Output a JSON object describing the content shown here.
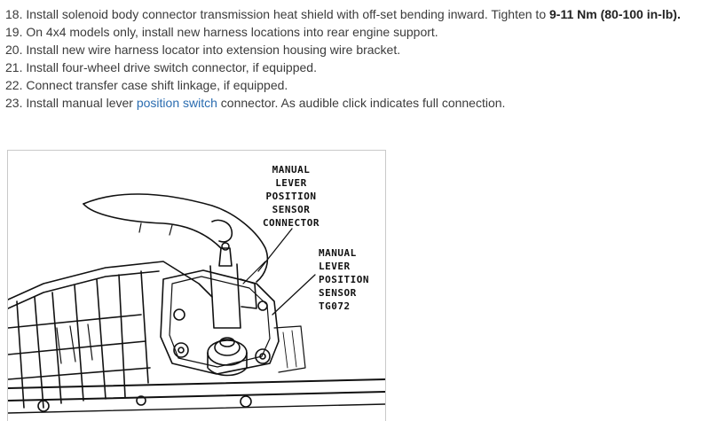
{
  "steps": [
    {
      "pre": "18. Install solenoid body connector transmission heat shield with off-set bending inward. Tighten to ",
      "bold": "9-11 Nm (80-100 in-lb).",
      "post": ""
    },
    {
      "text": "19. On 4x4 models only, install new harness locations into rear engine support."
    },
    {
      "text": "20. Install new wire harness locator into extension housing wire bracket."
    },
    {
      "text": "21. Install four-wheel drive switch connector, if equipped."
    },
    {
      "text": "22. Connect transfer case shift linkage, if equipped."
    },
    {
      "pre": "23. Install manual lever ",
      "link": "position switch",
      "post": " connector. As audible click indicates full connection."
    }
  ],
  "figure": {
    "label_connector": [
      "MANUAL",
      "LEVER",
      "POSITION",
      "SENSOR",
      "CONNECTOR"
    ],
    "label_sensor": [
      "MANUAL",
      "LEVER",
      "POSITION",
      "SENSOR",
      "TG072"
    ]
  }
}
